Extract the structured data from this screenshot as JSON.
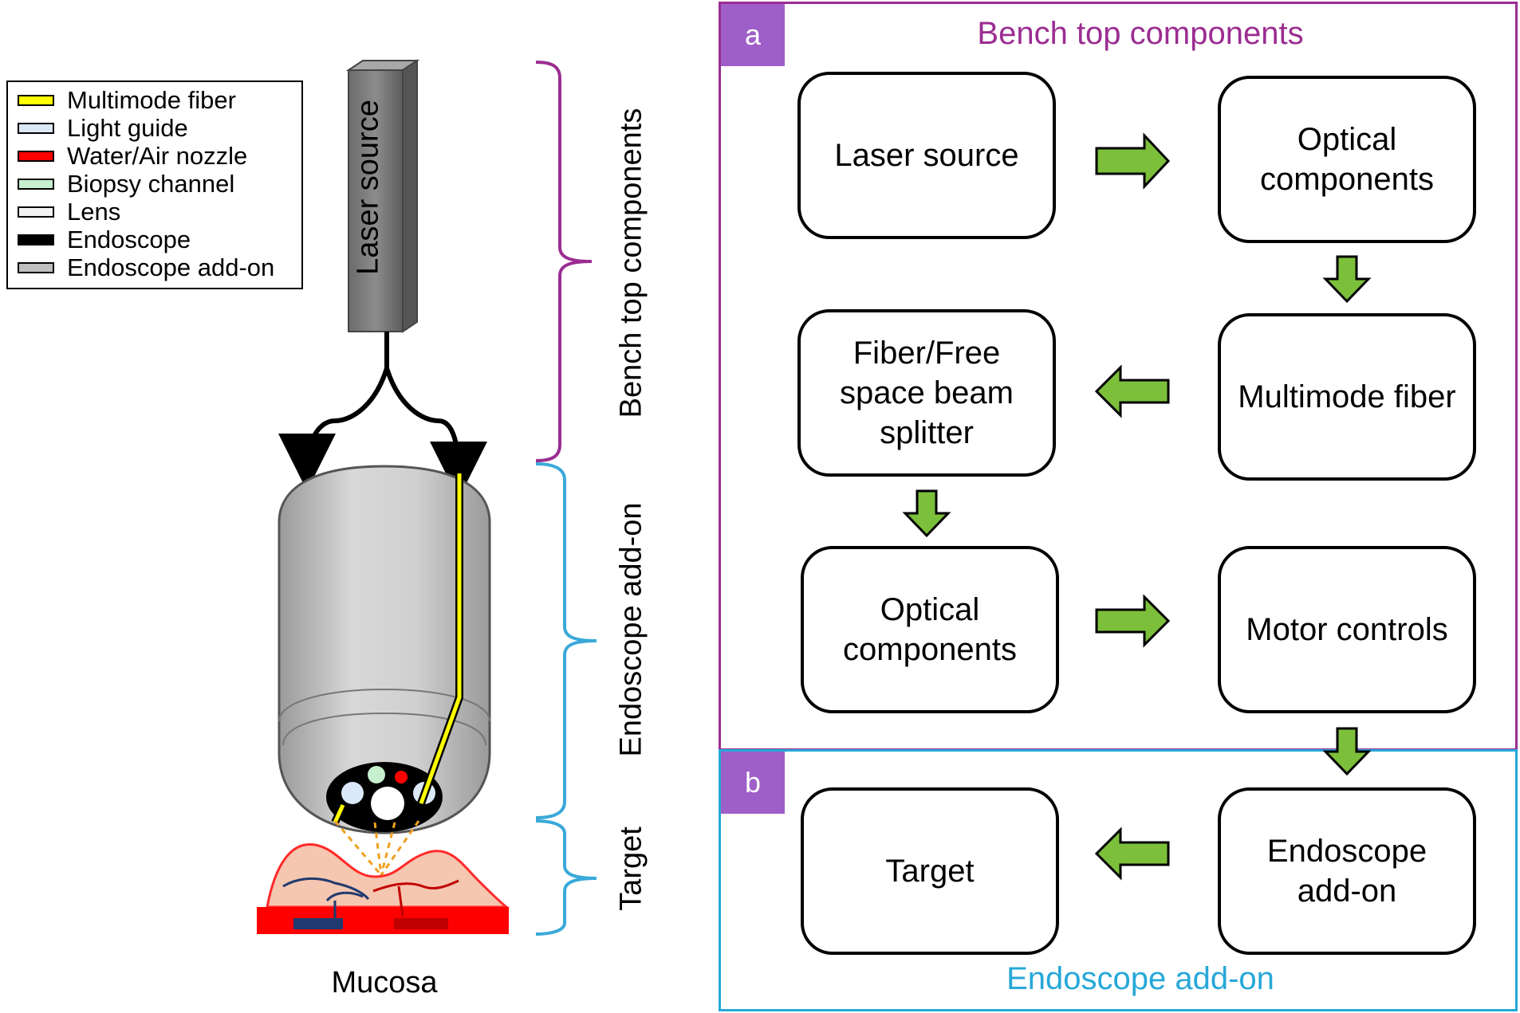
{
  "legend": {
    "items": [
      {
        "label": "Multimode fiber",
        "color": "#ffff00"
      },
      {
        "label": "Light guide",
        "color": "#dbe8f7"
      },
      {
        "label": "Water/Air nozzle",
        "color": "#ff0000"
      },
      {
        "label": "Biopsy channel",
        "color": "#c6efce"
      },
      {
        "label": "Lens",
        "color": "#f2f2f2"
      },
      {
        "label": "Endoscope",
        "color": "#000000"
      },
      {
        "label": "Endoscope add-on",
        "color": "#c0c0c0"
      }
    ]
  },
  "illustration": {
    "laser_label": "Laser source",
    "mucosa_label": "Mucosa"
  },
  "brackets": {
    "bench": "Bench top components",
    "addon": "Endoscope add-on",
    "target": "Target"
  },
  "panel_a": {
    "tag": "a",
    "title": "Bench top components",
    "color": "#9b2d91"
  },
  "panel_b": {
    "tag": "b",
    "title": "Endoscope add-on",
    "color": "#27a8d8"
  },
  "flow": {
    "laser_source": "Laser source",
    "optical_1": "Optical components",
    "multimode_fiber": "Multimode fiber",
    "splitter": "Fiber/Free space beam splitter",
    "optical_2": "Optical components",
    "motor_controls": "Motor controls",
    "endoscope_addon": "Endoscope add-on",
    "target": "Target"
  },
  "colors": {
    "arrow_fill": "#7cbf3a",
    "bench_bracket": "#9b2d91",
    "addon_bracket": "#3aa9d9",
    "tag_bg": "#9e5fc9"
  }
}
